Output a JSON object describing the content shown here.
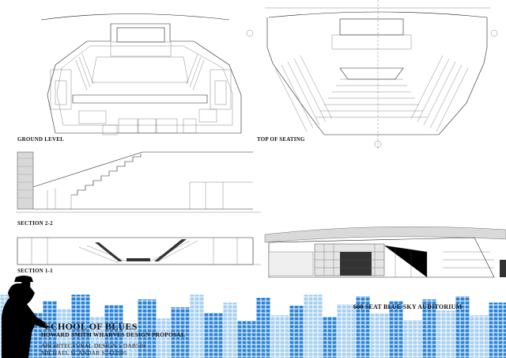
{
  "drawings": {
    "ground_level_label": "GROUND LEVEL",
    "top_of_seating_label": "TOP OF SEATING",
    "section_22_label": "SECTION 2-2",
    "section_11_label": "SECTION 1-1"
  },
  "title_block": {
    "title": "SCHOOL OF BLUES",
    "subtitle": "HOWARD SMITH WHARVES DESIGN PROPOSAL",
    "course": "ARCHITECTURAL DESIGN 5 DAB510",
    "author": "MICHAEL SCANDAR S7433995",
    "project": "600 SEAT BLUE SKY AUDITORIUM"
  },
  "colors": {
    "equalizer_blue": "#1f7fd6",
    "equalizer_light": "#9ccaf0",
    "ink": "#111111",
    "silhouette": "#000000"
  }
}
